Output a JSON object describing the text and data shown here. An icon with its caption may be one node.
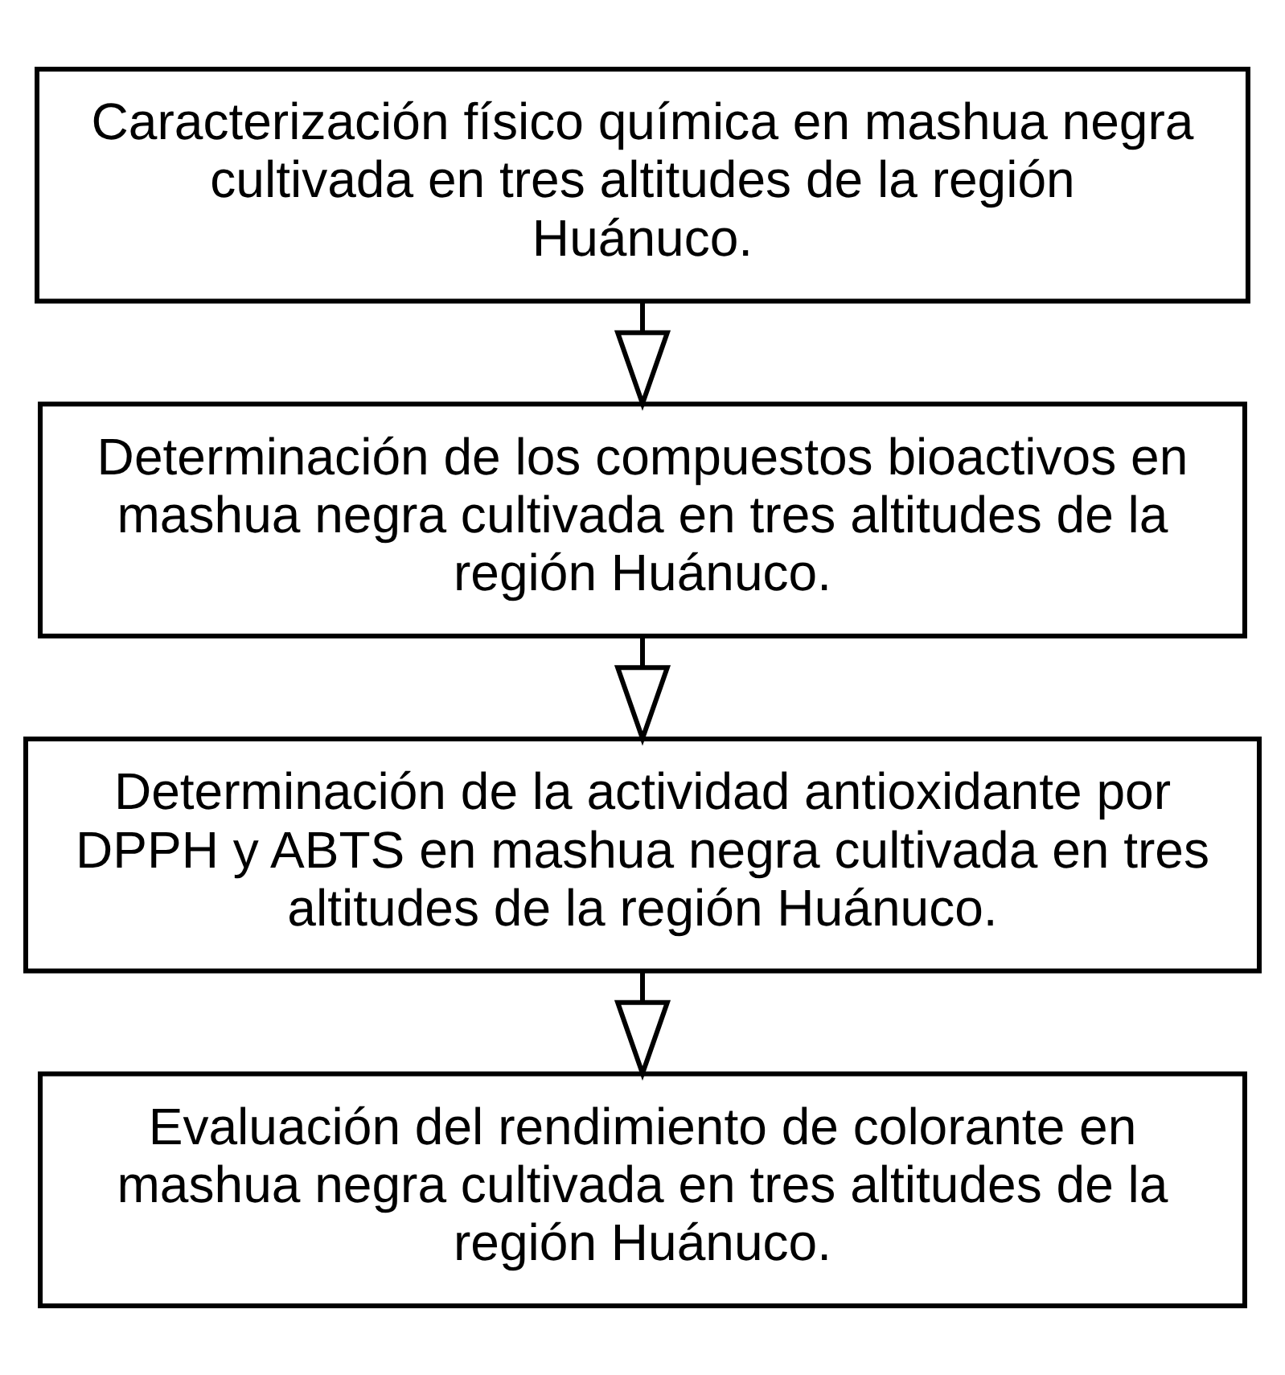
{
  "diagram": {
    "nodes": [
      {
        "text": [
          "Caracterización físico química en mashua negra cultivada en tres altitudes de la región Huánuco."
        ]
      },
      {
        "text": [
          "Determinación de los compuestos bioactivos en mashua negra cultivada en tres altitudes de la región Huánuco."
        ]
      },
      {
        "text": [
          "Determinación de la actividad antioxidante por DPPH y ABTS en mashua negra cultivada en tres altitudes de la región Huánuco."
        ]
      },
      {
        "text": [
          "Evaluación del rendimiento de colorante en mashua negra cultivada en tres altitudes de la región Huánuco."
        ]
      }
    ],
    "edges": [
      {
        "from": 0,
        "to": 1,
        "arrow": "to"
      },
      {
        "from": 1,
        "to": 2,
        "arrow": "to"
      },
      {
        "from": 2,
        "to": 3,
        "arrow": "to"
      }
    ]
  }
}
